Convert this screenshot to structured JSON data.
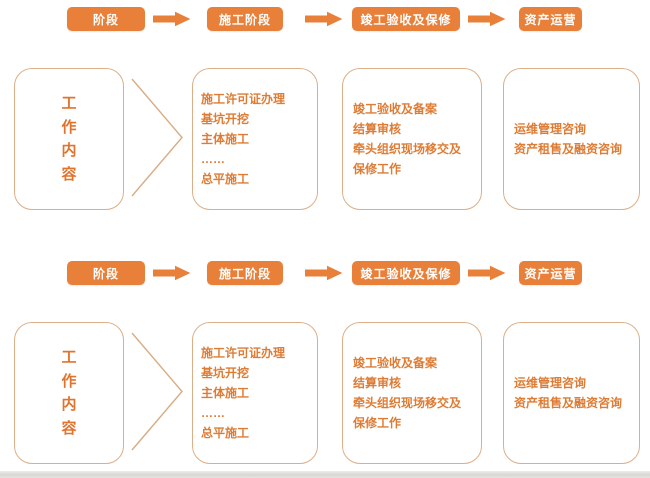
{
  "colors": {
    "accent_orange": "#E8803A",
    "box_border": "#DDAF88",
    "content_text": "#DE7C35",
    "work_label_text": "#E0742E",
    "bottom_strip": "#D9D7D2"
  },
  "sections": [
    {
      "stages": [
        {
          "label": "阶段"
        },
        {
          "label": "施工阶段"
        },
        {
          "label": "竣工验收及保修"
        },
        {
          "label": "资产运营"
        }
      ],
      "work_content_label": "工作内容",
      "work_boxes": [
        {
          "lines": [
            "施工许可证办理",
            "基坑开挖",
            "主体施工",
            "……",
            "总平施工"
          ]
        },
        {
          "lines": [
            "竣工验收及备案",
            "结算审核",
            "牵头组织现场移交及",
            "保修工作"
          ]
        },
        {
          "lines": [
            "运维管理咨询",
            "资产租售及融资咨询"
          ]
        }
      ]
    },
    {
      "stages": [
        {
          "label": "阶段"
        },
        {
          "label": "施工阶段"
        },
        {
          "label": "竣工验收及保修"
        },
        {
          "label": "资产运营"
        }
      ],
      "work_content_label": "工作内容",
      "work_boxes": [
        {
          "lines": [
            "施工许可证办理",
            "基坑开挖",
            "主体施工",
            "……",
            "总平施工"
          ]
        },
        {
          "lines": [
            "竣工验收及备案",
            "结算审核",
            "牵头组织现场移交及",
            "保修工作"
          ]
        },
        {
          "lines": [
            "运维管理咨询",
            "资产租售及融资咨询"
          ]
        }
      ]
    }
  ]
}
